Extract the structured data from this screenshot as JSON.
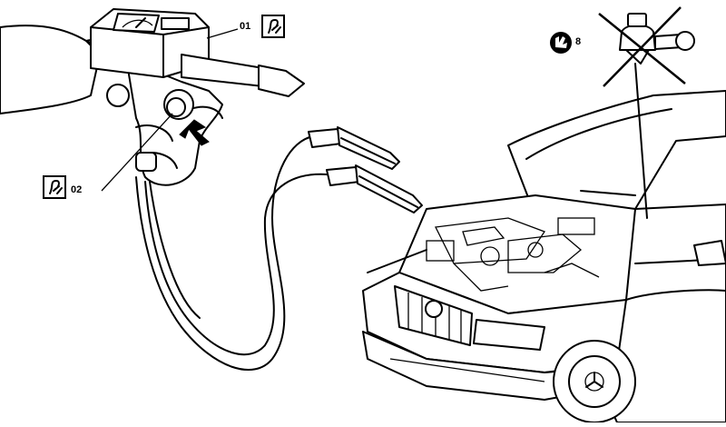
{
  "callouts": {
    "tester_label": "01",
    "button_label": "02",
    "cap_label": "8"
  },
  "icons": {
    "tester_symbol": "tester-tool-icon",
    "button_symbol": "tester-tool-icon",
    "cap_symbol": "radiator-cap-icon",
    "crossed": "cross-out-icon"
  },
  "colors": {
    "ink": "#000000",
    "paper": "#ffffff"
  }
}
